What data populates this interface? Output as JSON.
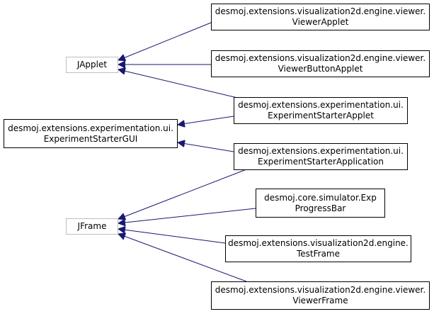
{
  "colors": {
    "edge": "#191970",
    "node_border": "#000000",
    "external_border": "#bfbfbf"
  },
  "nodes": {
    "japplet": {
      "lines": [
        "JApplet"
      ]
    },
    "gui": {
      "lines": [
        "desmoj.extensions.experimentation.ui.",
        "ExperimentStarterGUI"
      ]
    },
    "jframe": {
      "lines": [
        "JFrame"
      ]
    },
    "viewer_applet": {
      "lines": [
        "desmoj.extensions.visualization2d.engine.viewer.",
        "ViewerApplet"
      ]
    },
    "viewer_button_applet": {
      "lines": [
        "desmoj.extensions.visualization2d.engine.viewer.",
        "ViewerButtonApplet"
      ]
    },
    "starter_applet": {
      "lines": [
        "desmoj.extensions.experimentation.ui.",
        "ExperimentStarterApplet"
      ]
    },
    "starter_application": {
      "lines": [
        "desmoj.extensions.experimentation.ui.",
        "ExperimentStarterApplication"
      ]
    },
    "exp_progress_bar": {
      "lines": [
        "desmoj.core.simulator.Exp",
        "ProgressBar"
      ]
    },
    "test_frame": {
      "lines": [
        "desmoj.extensions.visualization2d.engine.",
        "TestFrame"
      ]
    },
    "viewer_frame": {
      "lines": [
        "desmoj.extensions.visualization2d.engine.viewer.",
        "ViewerFrame"
      ]
    }
  }
}
